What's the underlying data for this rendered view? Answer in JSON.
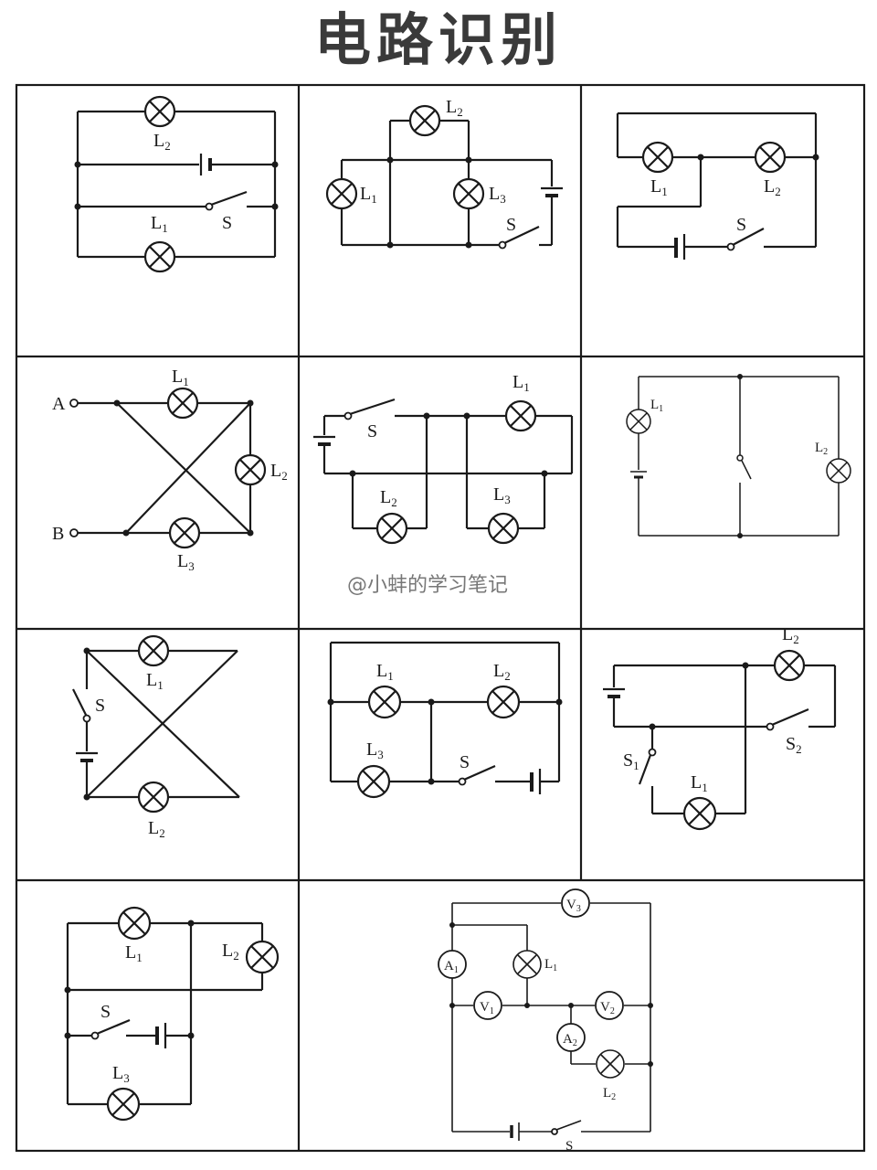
{
  "title": "电路识别",
  "watermark": "@小蚌的学习笔记",
  "labels": {
    "L": "L",
    "S": "S",
    "A": "A",
    "B": "B",
    "V": "V",
    "one": "1",
    "two": "2",
    "three": "3"
  }
}
